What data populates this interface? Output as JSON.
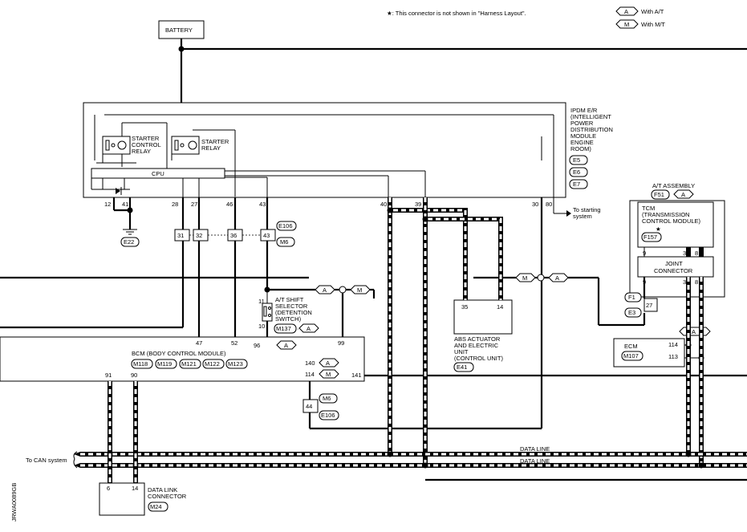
{
  "notes": {
    "connector_note": "★: This connector is not shown in \"Harness Layout\".",
    "legend_at": "With A/T",
    "legend_mt": "With M/T",
    "legend_a_symbol": "A",
    "legend_m_symbol": "M",
    "diagram_code": "JRWA0089GB"
  },
  "battery": {
    "label": "BATTERY"
  },
  "ipdm": {
    "title_lines": [
      "IPDM E/R",
      "(INTELLIGENT",
      "POWER",
      "DISTRIBUTION",
      "MODULE",
      "ENGINE",
      "ROOM)"
    ],
    "connectors": [
      "E5",
      "E6",
      "E7"
    ],
    "cpu": "CPU",
    "starter_control_relay": [
      "STARTER",
      "CONTROL",
      "RELAY"
    ],
    "starter_relay": [
      "STARTER",
      "RELAY"
    ],
    "pins": {
      "p12": "12",
      "p41": "41",
      "p28": "28",
      "p27": "27",
      "p46": "46",
      "p43": "43",
      "p40": "40",
      "p39": "39",
      "p30": "30",
      "p80": "80"
    },
    "to_starting": [
      "To starting",
      "system"
    ]
  },
  "ground": {
    "connector": "E22"
  },
  "joint": {
    "pins": [
      "31",
      "32",
      "36",
      "43"
    ],
    "connectors": [
      "E106",
      "M6"
    ]
  },
  "shift_selector": {
    "title_lines": [
      "A/T SHIFT",
      "SELECTOR",
      "(DETENTION",
      "SWITCH)"
    ],
    "pin_top": "11",
    "pin_bottom": "10",
    "connector": "M137",
    "variant": "A"
  },
  "bcm": {
    "title": "BCM (BODY CONTROL MODULE)",
    "connectors": [
      "M118",
      "M119",
      "M121",
      "M122",
      "M123"
    ],
    "pins": {
      "p47": "47",
      "p52": "52",
      "p96": "96",
      "p99": "99",
      "p91": "91",
      "p90": "90",
      "p140": "140",
      "p114": "114",
      "p141": "141"
    },
    "variant_96": "A",
    "variant_140": "A",
    "variant_114": "M"
  },
  "inline_44": {
    "pin": "44",
    "connectors": [
      "M6",
      "E106"
    ]
  },
  "abs": {
    "title_lines": [
      "ABS ACTUATOR",
      "AND ELECTRIC",
      "UNIT",
      "(CONTROL UNIT)"
    ],
    "pin_left": "35",
    "pin_right": "14",
    "connector": "E41"
  },
  "at_assembly": {
    "title": "A/T ASSEMBLY",
    "connector": "F51",
    "variant": "A",
    "tcm_lines": [
      "TCM",
      "(TRANSMISSION",
      "CONTROL MODULE)"
    ],
    "tcm_connector": "F157",
    "star": "★",
    "joint_lines": [
      "JOINT",
      "CONNECTOR"
    ],
    "pins": {
      "p9a": "9",
      "p3a": "3",
      "p8a": "8",
      "p9b": "9",
      "p3b": "3",
      "p8b": "8"
    }
  },
  "f1_e3": {
    "connectors": [
      "F1",
      "E3"
    ],
    "pin": "27"
  },
  "ecm": {
    "label": "ECM",
    "connector": "M107",
    "pins": [
      "114",
      "113"
    ],
    "variant": "A"
  },
  "mid_variants": {
    "left_a": "A",
    "left_m": "M",
    "right_m": "M",
    "right_a": "A"
  },
  "can": {
    "to_can": "To CAN system",
    "data_line_1": "DATA LINE",
    "data_line_2": "DATA LINE"
  },
  "dlc": {
    "title_lines": [
      "DATA LINK",
      "CONNECTOR"
    ],
    "pins": [
      "6",
      "14"
    ],
    "connector": "M24"
  }
}
